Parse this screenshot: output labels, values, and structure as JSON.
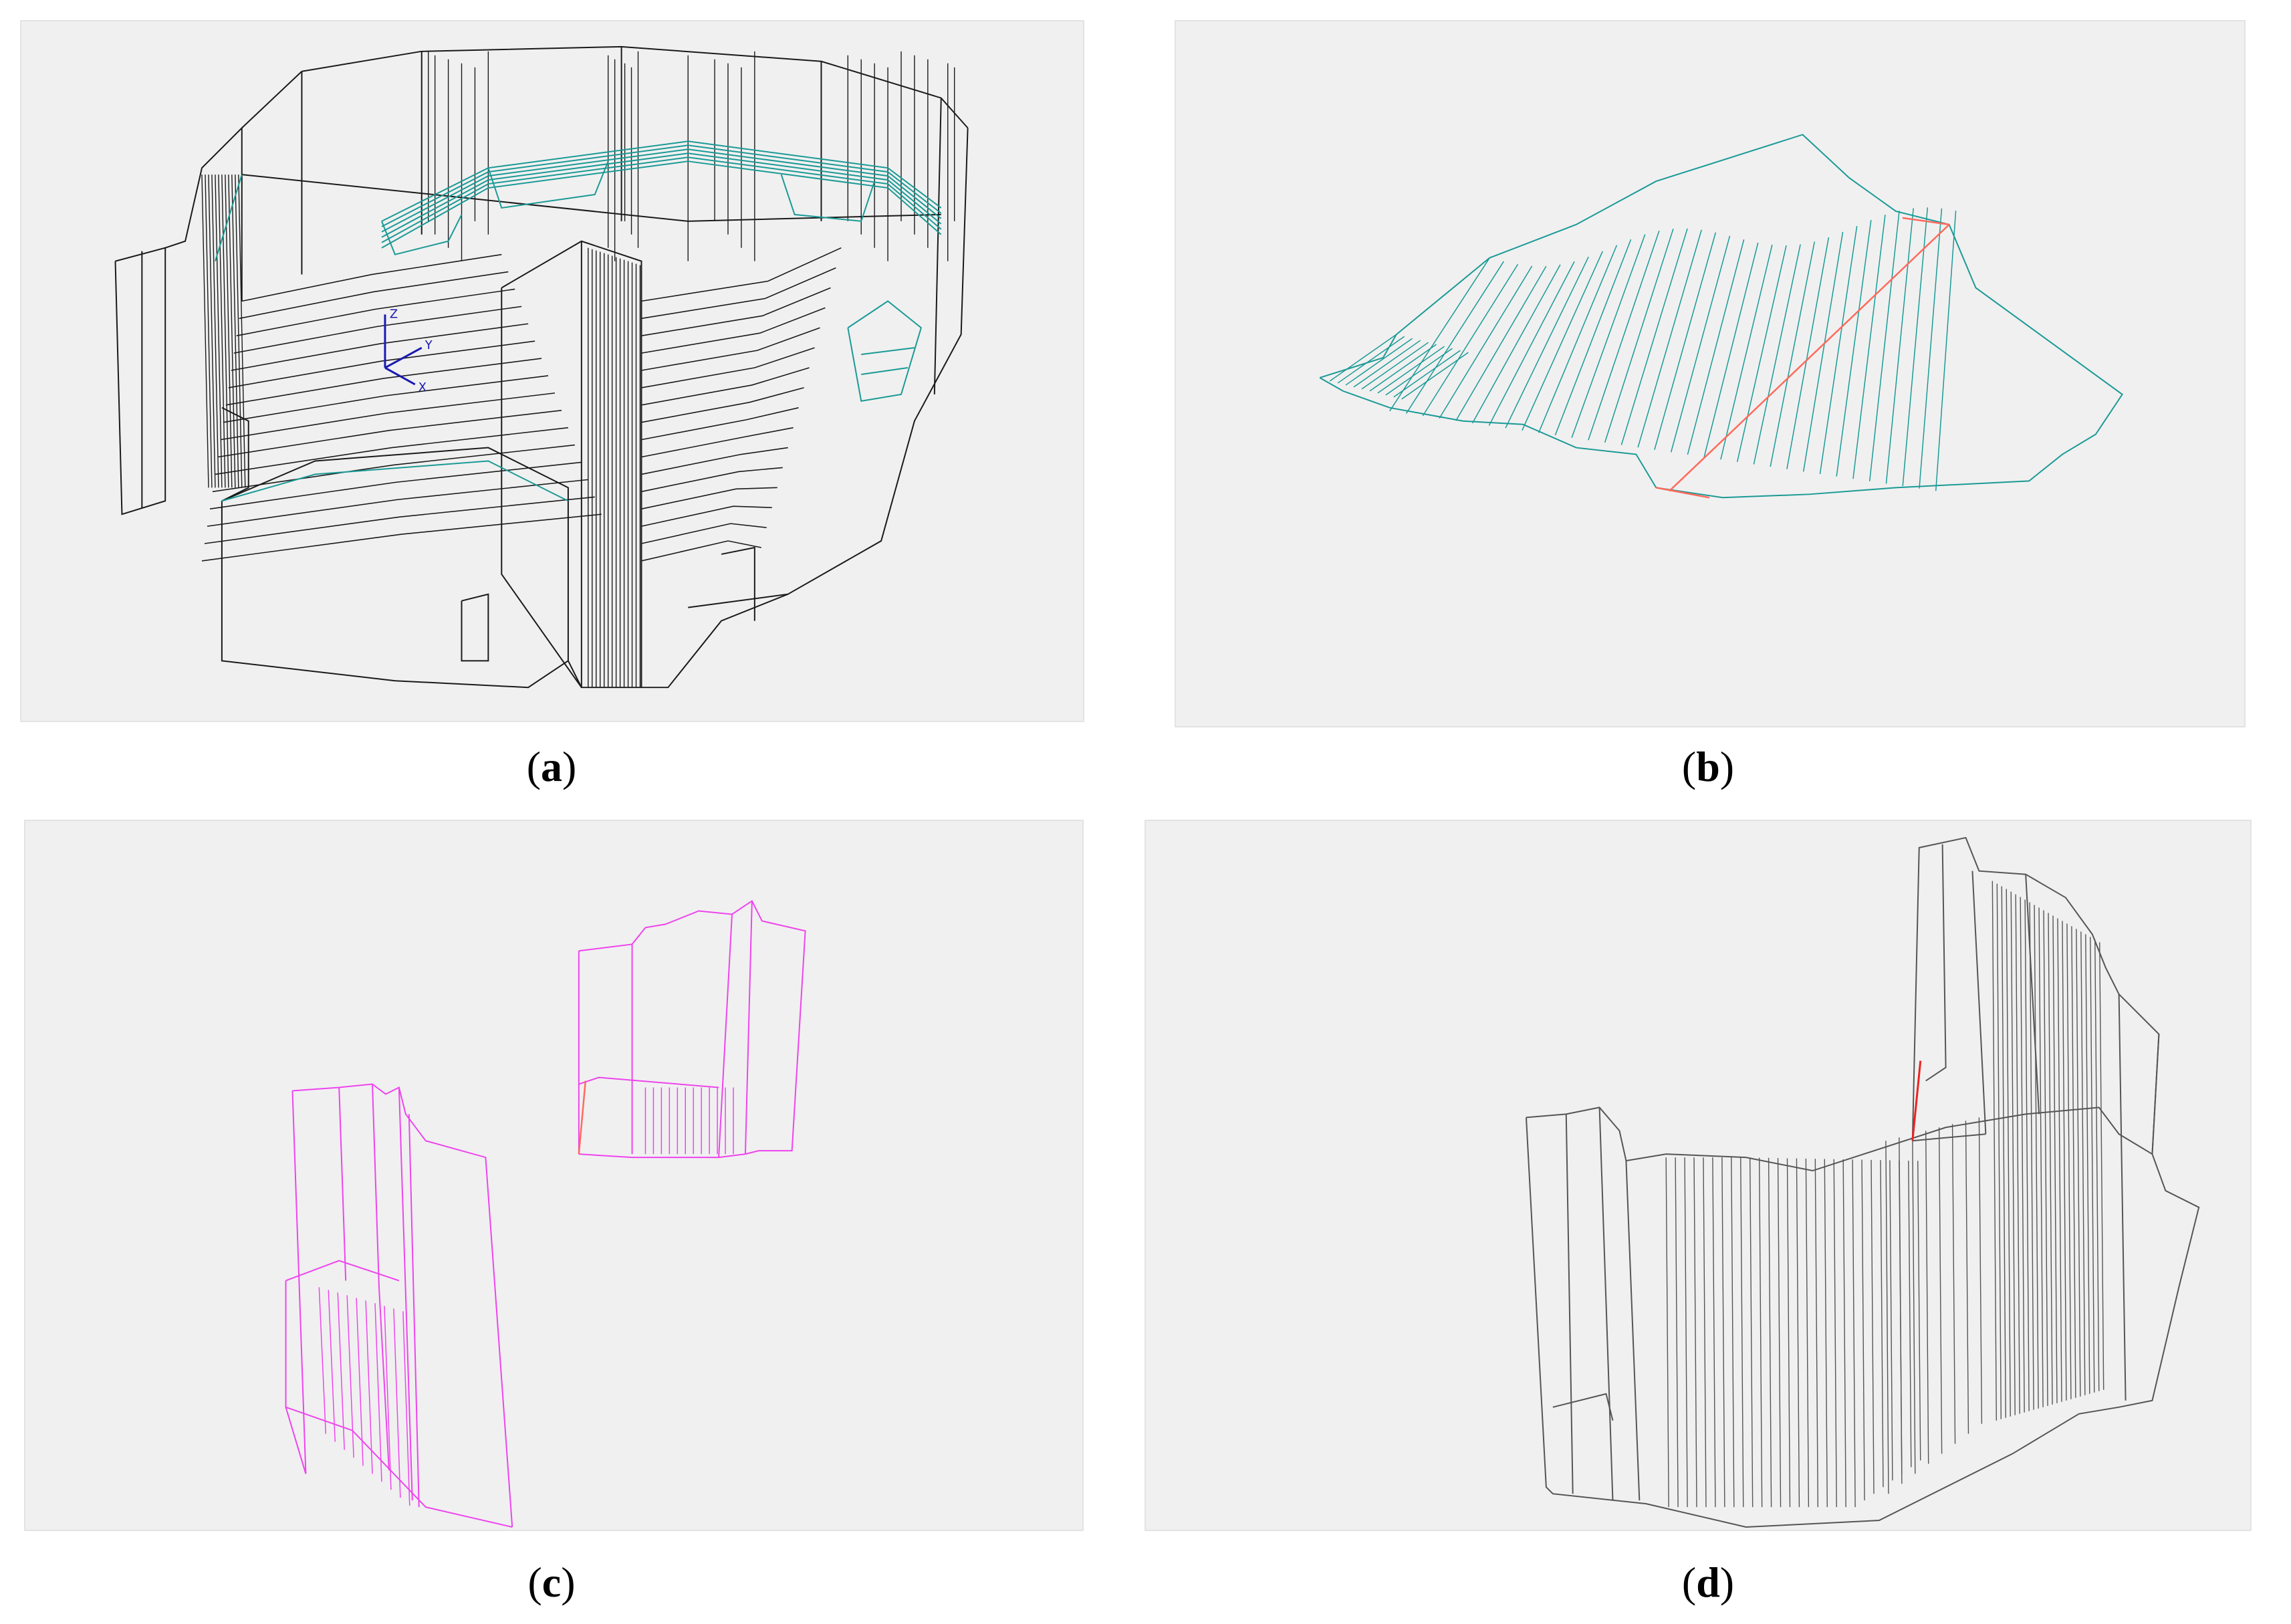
{
  "panels": [
    {
      "id": "a",
      "caption_open": "(",
      "caption_letter": "a",
      "caption_close": ")"
    },
    {
      "id": "b",
      "caption_open": "(",
      "caption_letter": "b",
      "caption_close": ")"
    },
    {
      "id": "c",
      "caption_open": "(",
      "caption_letter": "c",
      "caption_close": ")"
    },
    {
      "id": "d",
      "caption_open": "(",
      "caption_letter": "d",
      "caption_close": ")"
    }
  ],
  "axis_labels": {
    "z": "Z",
    "y": "Y",
    "x": "X"
  },
  "colors": {
    "background": "#f0f0f0",
    "wire_black": "#1a1a1a",
    "wire_teal": "#1a9a96",
    "wire_red": "#ff6a5c",
    "wire_magenta": "#ee44ee",
    "wire_gray": "#555555",
    "axis_blue": "#1a1ab0"
  }
}
